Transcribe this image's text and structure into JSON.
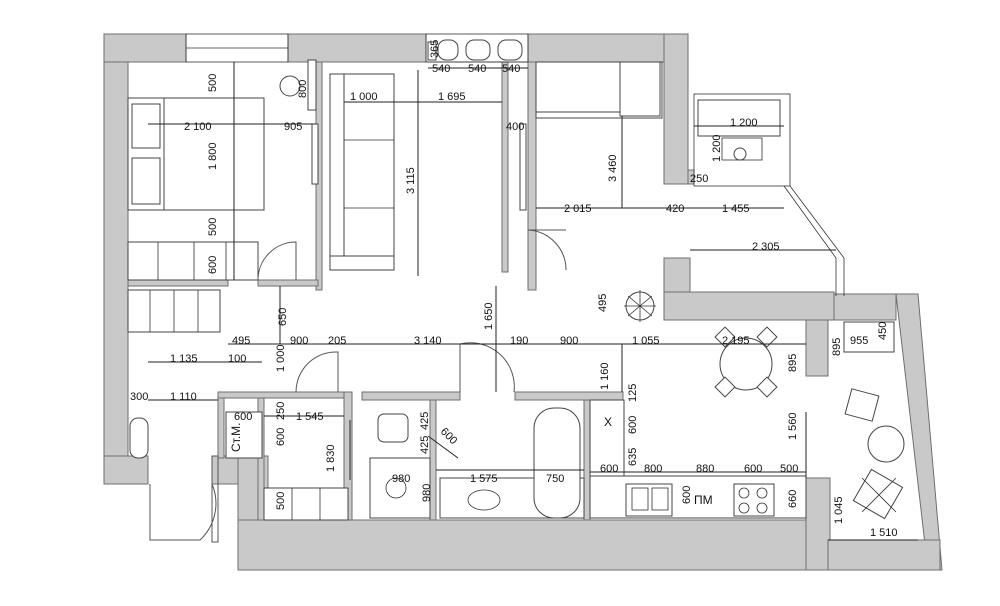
{
  "plan": {
    "labels": {
      "storage": "Ст.М.",
      "dishwasher": "ПМ",
      "hob_mark": "X"
    },
    "dimensions": [
      "500",
      "800",
      "905",
      "2 100",
      "1 800",
      "500",
      "600",
      "1 000",
      "1 695",
      "3 115",
      "365",
      "540",
      "540",
      "540",
      "400",
      "3 460",
      "2 015",
      "420",
      "1 455",
      "1 200",
      "1 200",
      "250",
      "2 305",
      "650",
      "495",
      "900",
      "205",
      "3 140",
      "1 650",
      "190",
      "900",
      "1 055",
      "2 195",
      "495",
      "895",
      "955",
      "450",
      "895",
      "1 135",
      "100",
      "1 000",
      "1 110",
      "300",
      "600",
      "250",
      "1 545",
      "600",
      "1 830",
      "500",
      "425",
      "425",
      "600",
      "1 160",
      "980",
      "980",
      "1 575",
      "750",
      "125",
      "600",
      "635",
      "600",
      "800",
      "880",
      "600",
      "500",
      "1 560",
      "600",
      "660",
      "1 045",
      "1 510"
    ]
  }
}
